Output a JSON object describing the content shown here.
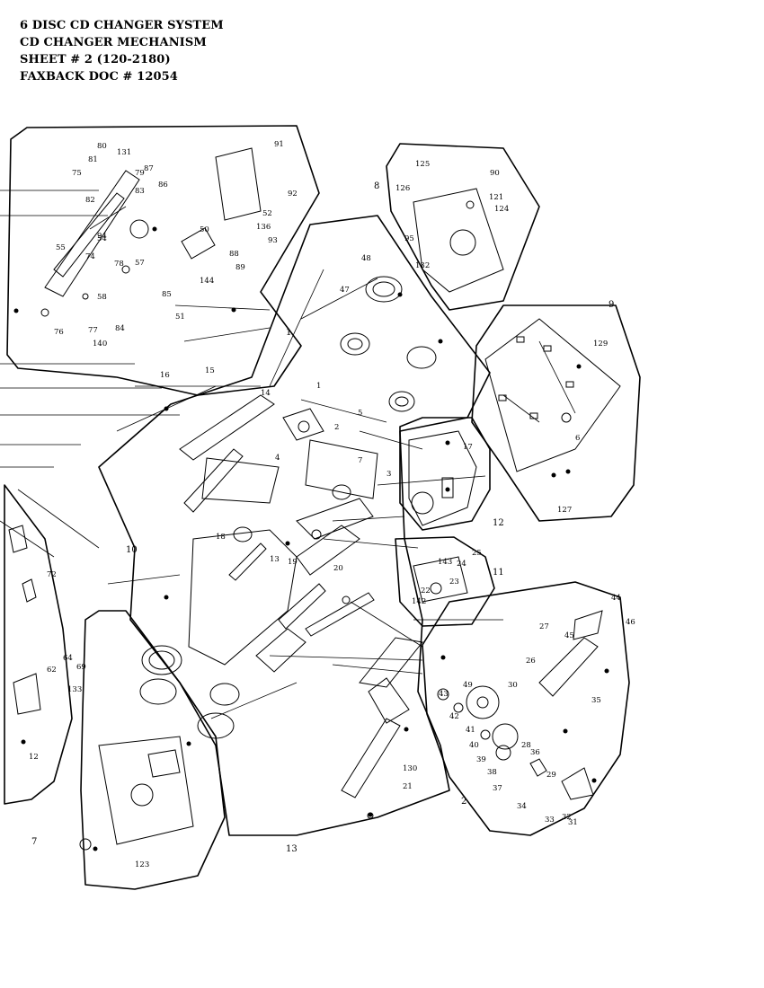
{
  "header": {
    "line1": "6 DISC CD CHANGER SYSTEM",
    "line2": "CD CHANGER MECHANISM",
    "line3": "SHEET # 2  (120-2180)",
    "line4": "FAXBACK DOC # 12054"
  },
  "diagram": {
    "group_labels": [
      "1",
      "2",
      "7",
      "8",
      "9",
      "10",
      "11",
      "12",
      "13"
    ],
    "part_callouts": [
      "1",
      "2",
      "3",
      "4",
      "5",
      "6",
      "7",
      "12",
      "13",
      "14",
      "15",
      "16",
      "17",
      "18",
      "19",
      "20",
      "21",
      "22",
      "23",
      "24",
      "25",
      "26",
      "27",
      "28",
      "29",
      "30",
      "31",
      "32",
      "33",
      "34",
      "35",
      "36",
      "37",
      "38",
      "39",
      "40",
      "41",
      "42",
      "43",
      "44",
      "45",
      "46",
      "47",
      "48",
      "49",
      "50",
      "51",
      "52",
      "54",
      "55",
      "57",
      "58",
      "62",
      "64",
      "69",
      "72",
      "74",
      "75",
      "76",
      "77",
      "78",
      "79",
      "80",
      "81",
      "82",
      "83",
      "84",
      "85",
      "86",
      "87",
      "88",
      "89",
      "90",
      "91",
      "92",
      "93",
      "94",
      "95",
      "121",
      "123",
      "124",
      "125",
      "126",
      "127",
      "129",
      "130",
      "131",
      "132",
      "133",
      "136",
      "140",
      "142",
      "143",
      "144"
    ]
  }
}
